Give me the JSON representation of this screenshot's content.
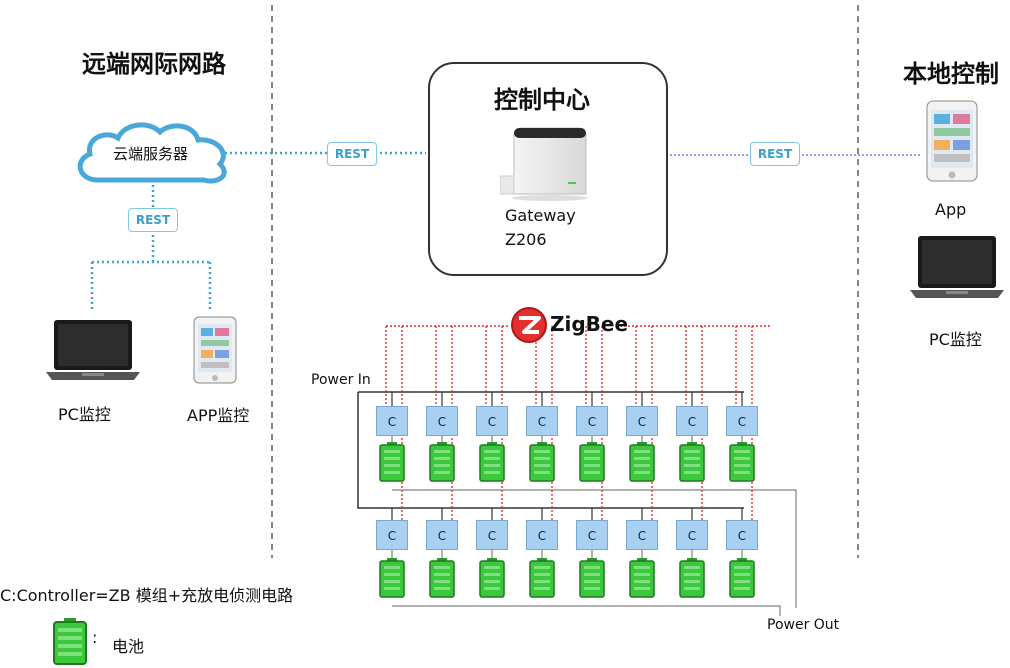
{
  "sections": {
    "remote": "远端网际网路",
    "control_center": "控制中心",
    "local": "本地控制"
  },
  "cloud_label": "云端服务器",
  "rest_label": "REST",
  "gateway": {
    "line1": "Gateway",
    "line2": "Z206"
  },
  "zigbee_label": "ZigBee",
  "remote_devices": {
    "pc": "PC监控",
    "app": "APP监控"
  },
  "local_devices": {
    "app": "App",
    "pc": "PC监控"
  },
  "power_in": "Power In",
  "power_out": "Power Out",
  "controller_letter": "C",
  "legend": {
    "controller": "C:Controller=ZB  模组+充放电侦测电路",
    "battery": "电池",
    "battery_colon": ":"
  },
  "colors": {
    "cloud": "#4aa8d8",
    "rest_border": "#7ec8e3",
    "dotted_link": "#3aa6d8",
    "zigbee_red": "#e52e2e",
    "controller_fill": "#a8d0f0",
    "battery_green": "#3cc83c"
  }
}
